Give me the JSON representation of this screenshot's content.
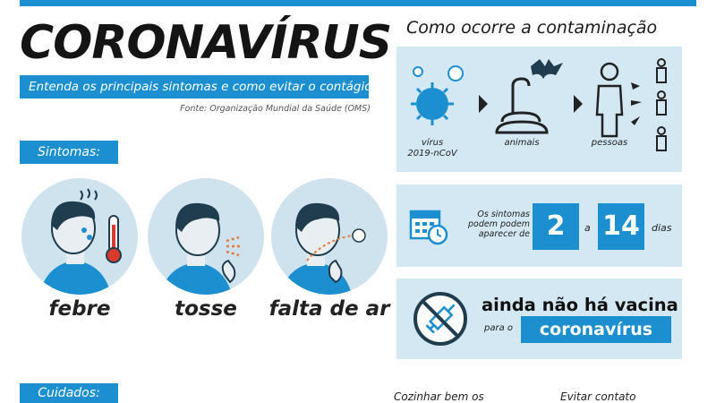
{
  "header": {
    "title": "CORONAVÍRUS",
    "subtitle": "Entenda os principais sintomas e como evitar o contágio",
    "source": "Fonte: Organização Mundial da Saúde (OMS)"
  },
  "symptoms": {
    "tag": "Sintomas:",
    "items": [
      {
        "label": "febre",
        "icon": "fever-icon"
      },
      {
        "label": "tosse",
        "icon": "cough-icon"
      },
      {
        "label": "falta de ar",
        "icon": "shortness-of-breath-icon"
      }
    ]
  },
  "contamination": {
    "title": "Como ocorre a contaminação",
    "virus_label": "vírus\n2019-nCoV",
    "animals_label": "animais",
    "people_label": "pessoas"
  },
  "onset": {
    "text": "Os sintomas podem podem aparecer de",
    "from": "2",
    "connector": "a",
    "to": "14",
    "unit": "dias"
  },
  "vaccine": {
    "headline": "ainda não há vacina",
    "para": "para o",
    "name": "coronavírus"
  },
  "care": {
    "tag": "Cuidados:",
    "item1": "Cozinhar bem os",
    "item2": "Evitar contato"
  },
  "colors": {
    "accent": "#1b8fd0",
    "panel": "#d3e8f3",
    "skin": "#cfe3ee",
    "hair": "#1f3d4f"
  }
}
